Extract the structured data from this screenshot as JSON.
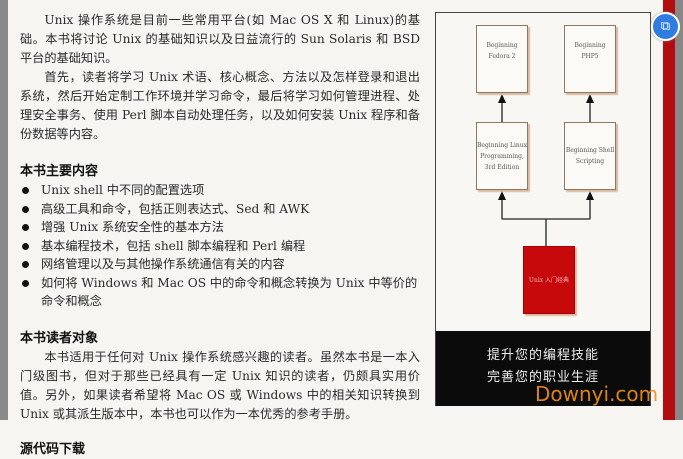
{
  "intro": [
    "Unix 操作系统是目前一些常用平台(如 Mac OS X 和 Linux)的基础。本书将讨论 Unix 的基础知识以及日益流行的 Sun Solaris 和 BSD 平台的基础知识。",
    "首先，读者将学习 Unix 术语、核心概念、方法以及怎样登录和退出系统，然后开始定制工作环境并学习命令，最后将学习如何管理进程、处理安全事务、使用 Perl 脚本自动处理任务，以及如何安装 Unix 程序和备份数据等内容。"
  ],
  "contents": {
    "heading": "本书主要内容",
    "items": [
      "Unix shell 中不同的配置选项",
      "高级工具和命令，包括正则表达式、Sed 和 AWK",
      "增强 Unix 系统安全性的基本方法",
      "基本编程技术，包括 shell 脚本编程和 Perl 编程",
      "网络管理以及与其他操作系统通信有关的内容",
      "如何将 Windows 和 Mac OS 中的命令和概念转换为 Unix 中等价的命令和概念"
    ]
  },
  "audience": {
    "heading": "本书读者对象",
    "text": "本书适用于任何对 Unix 操作系统感兴趣的读者。虽然本书是一本入门级图书，但对于那些已经具有一定 Unix 知识的读者，仍颇具实用价值。另外，如果读者希望将 Mac OS 或 Windows 中的相关知识转换到 Unix 或其派生版本中，本书也可以作为一本优秀的参考手册。"
  },
  "next_heading": "源代码下载",
  "diagram": {
    "books": [
      "Beginning Fedora 2",
      "Beginning PHP5",
      "Beginning Linux Programming, 3rd Edition",
      "Beginning Shell Scripting",
      "Unix 入门经典"
    ],
    "slogan": [
      "提升您的编程技能",
      "完善您的职业生涯"
    ],
    "accent": "#c8090c"
  },
  "watermark": "Downyi.com",
  "float_button_icon": "screen-share-icon"
}
